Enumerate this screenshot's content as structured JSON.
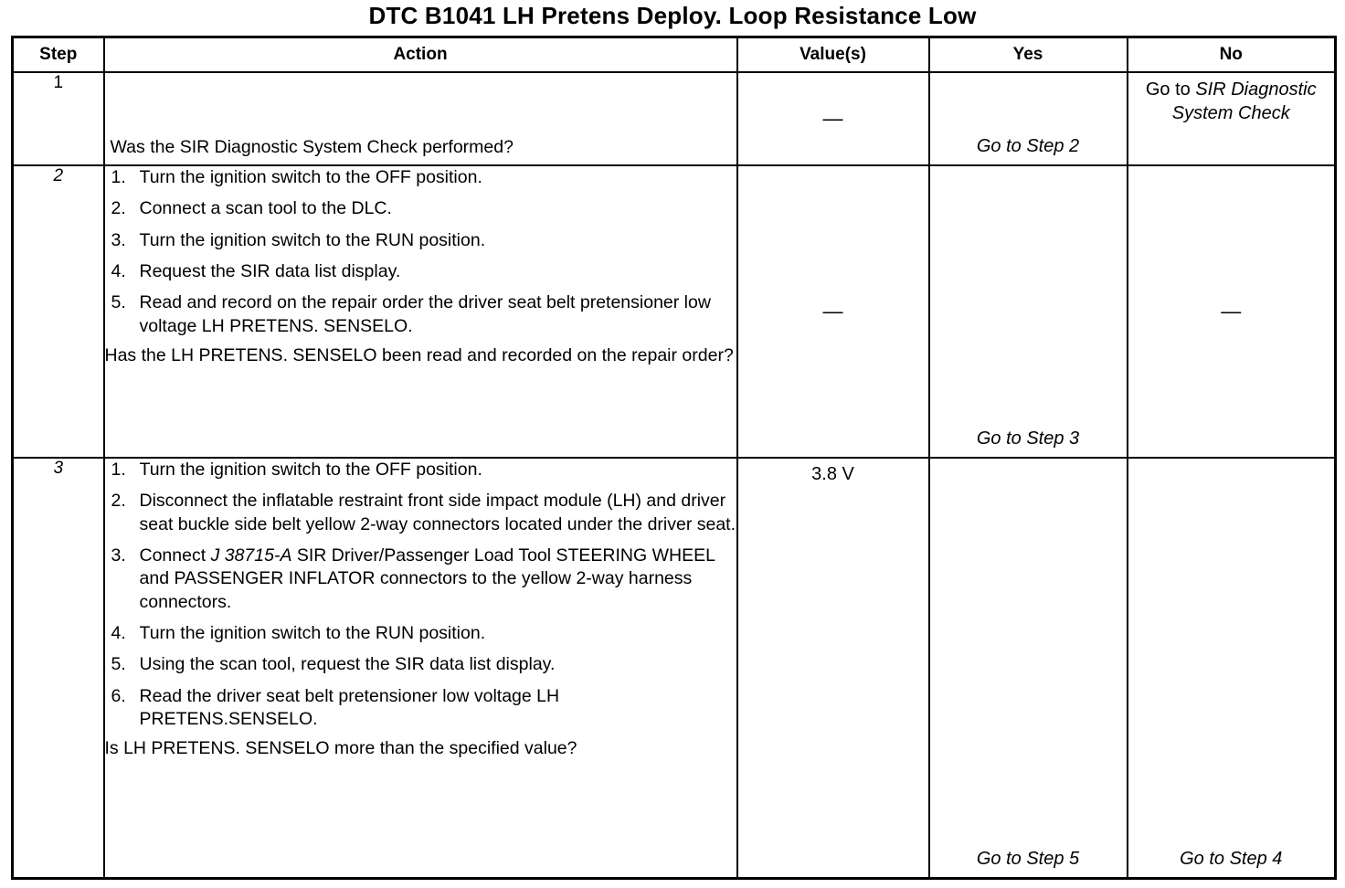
{
  "document": {
    "title": "DTC B1041 LH Pretens Deploy. Loop Resistance Low"
  },
  "table": {
    "columns": [
      {
        "key": "step",
        "label": "Step"
      },
      {
        "key": "action",
        "label": "Action"
      },
      {
        "key": "value",
        "label": "Value(s)"
      },
      {
        "key": "yes",
        "label": "Yes"
      },
      {
        "key": "no",
        "label": "No"
      }
    ],
    "rows": [
      {
        "step": "1",
        "step_italic": false,
        "action_steps": [],
        "question": "Was the SIR Diagnostic System Check performed?",
        "value": "—",
        "yes": "Go to Step 2",
        "no_prefix": "Go to ",
        "no_italic": "SIR Diagnostic System Check"
      },
      {
        "step": "2",
        "step_italic": true,
        "action_steps": [
          {
            "n": "1.",
            "text": "Turn the ignition switch to the OFF position."
          },
          {
            "n": "2.",
            "text": "Connect a scan tool to the DLC."
          },
          {
            "n": "3.",
            "text": "Turn the ignition switch to the RUN position."
          },
          {
            "n": "4.",
            "text": "Request the SIR data list display."
          },
          {
            "n": "5.",
            "text": "Read and record on the repair order the driver seat belt pretensioner low voltage LH PRETENS. SENSELO."
          }
        ],
        "question": "Has the LH PRETENS. SENSELO been read and recorded on the repair order?",
        "value": "—",
        "yes": "Go to Step 3",
        "no": "—"
      },
      {
        "step": "3",
        "step_italic": true,
        "action_steps": [
          {
            "n": "1.",
            "text": "Turn the ignition switch to the OFF position."
          },
          {
            "n": "2.",
            "text": "Disconnect the inflatable restraint front side impact module (LH) and driver seat buckle side belt yellow 2-way connectors located under the driver seat."
          },
          {
            "n": "3.",
            "pre": "Connect ",
            "italic": "J 38715-A",
            "post": " SIR Driver/Passenger Load Tool STEERING WHEEL and PASSENGER INFLATOR connectors to the yellow 2-way harness connectors."
          },
          {
            "n": "4.",
            "text": "Turn the ignition switch to the RUN position."
          },
          {
            "n": "5.",
            "text": "Using the scan tool, request the SIR data list display."
          },
          {
            "n": "6.",
            "text": "Read the driver seat belt pretensioner low voltage LH PRETENS.SENSELO."
          }
        ],
        "question": "Is LH PRETENS. SENSELO more than the specified value?",
        "value": "3.8 V",
        "yes": "Go to Step 5",
        "no": "Go to Step 4"
      }
    ]
  }
}
